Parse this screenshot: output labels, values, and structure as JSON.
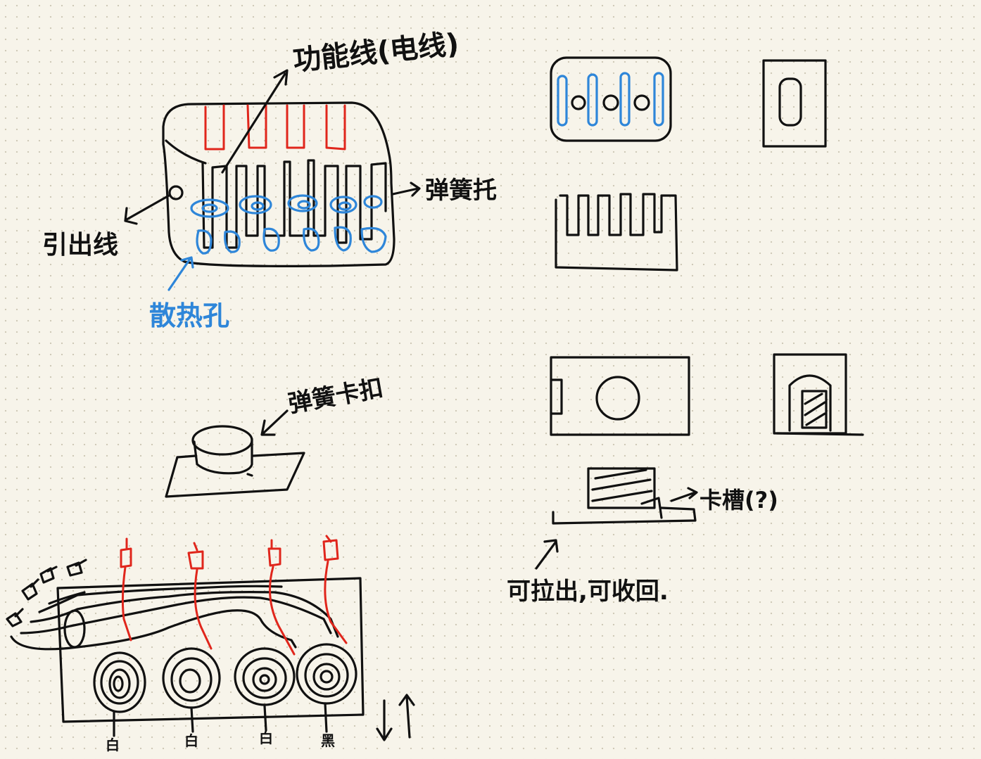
{
  "labels": {
    "wire_top": "功能线(电线)",
    "spring_holder": "弹簧托",
    "lead_wire": "引出线",
    "vent_holes": "散热孔",
    "spring_clip": "弹簧卡扣",
    "catch": "卡槽(?)",
    "pull_retract": "可拉出,可收回."
  },
  "bottom_labels": [
    "白",
    "白",
    "白",
    "黑"
  ],
  "colors": {
    "ink": "#111111",
    "red": "#e0261c",
    "blue": "#2e86d9",
    "paper": "#f7f4ea"
  }
}
